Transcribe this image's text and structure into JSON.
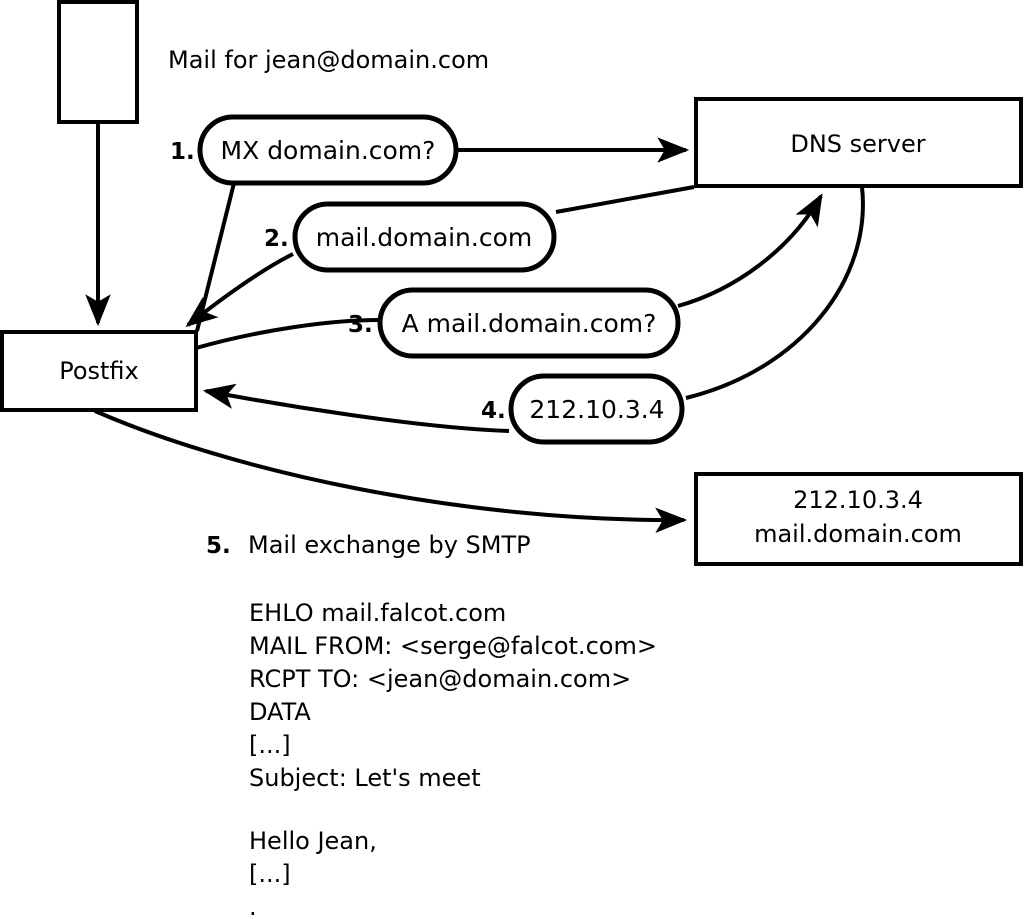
{
  "diagram": {
    "title_text": "Mail for jean@domain.com",
    "nodes": [
      {
        "id": "client",
        "label": ""
      },
      {
        "id": "postfix",
        "label": "Postfix"
      },
      {
        "id": "dns",
        "label": "DNS server"
      },
      {
        "id": "mailserver",
        "label_line1": "212.10.3.4",
        "label_line2": "mail.domain.com"
      }
    ],
    "steps": [
      {
        "num": "1.",
        "text": "MX domain.com?"
      },
      {
        "num": "2.",
        "text": "mail.domain.com"
      },
      {
        "num": "3.",
        "text": "A mail.domain.com?"
      },
      {
        "num": "4.",
        "text": "212.10.3.4"
      }
    ],
    "step5": {
      "num": "5.",
      "text": "Mail exchange by SMTP"
    },
    "smtp_transcript": [
      "EHLO mail.falcot.com",
      "MAIL FROM: <serge@falcot.com>",
      "RCPT TO: <jean@domain.com>",
      "DATA",
      "[...]",
      "Subject: Let's meet",
      "",
      "Hello Jean,",
      "[...]",
      "."
    ],
    "colors": {
      "stroke": "#000000",
      "fill": "#ffffff",
      "background": "#ffffff"
    }
  }
}
